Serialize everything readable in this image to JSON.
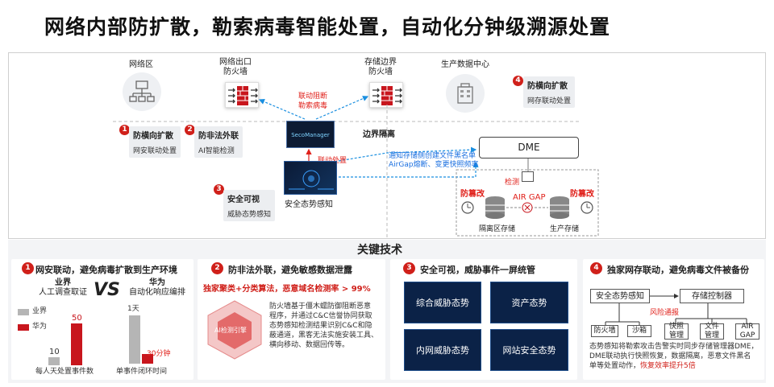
{
  "page": {
    "title": "网络内部防扩散，勒索病毒智能处置，自动化分钟级溯源处置"
  },
  "topology": {
    "network_zone": "网络区",
    "egress_fw": [
      "网络出口",
      "防火墙"
    ],
    "storage_fw": [
      "存储边界",
      "防火墙"
    ],
    "prod_dc": "生产数据中心",
    "link_block_label": [
      "联动阻断",
      "勒索病毒"
    ],
    "seco_label": "SecoManager",
    "link_dispose": "联动处置",
    "boundary_isolation": "边界隔离",
    "situation_label": "安全态势感知",
    "dme_label": "DME",
    "notify_label": [
      "通知存储侧创建文件黑名单",
      "AirGap熔断、变更快照频率"
    ],
    "detect_label": "检测",
    "tamper_left": "防篡改",
    "tamper_right": "防篡改",
    "airgap": "AIR GAP",
    "isolated_storage": "隔离区存储",
    "prod_storage": "生产存储",
    "tags": [
      {
        "num": "1",
        "title": "防横向扩散",
        "sub": "网安联动处置"
      },
      {
        "num": "2",
        "title": "防非法外联",
        "sub": "AI智能检测"
      },
      {
        "num": "3",
        "title": "安全可视",
        "sub": "威胁态势感知"
      },
      {
        "num": "4",
        "title": "防横向扩散",
        "sub": "网存联动处置"
      }
    ]
  },
  "key_tech": {
    "title": "关键技术",
    "cards": [
      {
        "num": "1",
        "head": "网安联动，避免病毒扩散到生产环境"
      },
      {
        "num": "2",
        "head": "防非法外联，避免敏感数据泄露"
      },
      {
        "num": "3",
        "head": "安全可视，威胁事件一屏统管"
      },
      {
        "num": "4",
        "head": "独家网存联动，避免病毒文件被备份"
      }
    ]
  },
  "card1": {
    "industry": [
      "业界",
      "人工调查取证"
    ],
    "vs": "VS",
    "huawei": [
      "华为",
      "自动化响应编排"
    ],
    "legend_industry": "业界",
    "legend_huawei": "华为",
    "caption_left": "每人天处置事件数",
    "caption_right": "单事件闭环时间",
    "day_label": "1天",
    "min_label": "30分钟",
    "colors": {
      "industry": "#b5b5b5",
      "huawei": "#c8161d"
    }
  },
  "chart_data": {
    "type": "bar",
    "categories": [
      "每人天处置事件数"
    ],
    "series": [
      {
        "name": "业界",
        "values": [
          10
        ]
      },
      {
        "name": "华为",
        "values": [
          50
        ]
      }
    ],
    "title": "",
    "xlabel": "每人天处置事件数",
    "ylabel": "",
    "ylim": [
      0,
      60
    ]
  },
  "card2": {
    "highlight": "独家聚类+分类算法，恶意域名检测率 > 99%",
    "engine": "AI检测引擎",
    "desc": [
      "防火墙基于僵木蠕防御阻断恶意",
      "程序，并通过C&C信誉协同获取",
      "态势感知检测结果识别C&C和隐",
      "蔽通道，黑客无法实施安装工具、",
      "横向移动、数据回传等。"
    ]
  },
  "card3": {
    "tiles": [
      "综合威胁态势",
      "资产态势",
      "内网威胁态势",
      "网站安全态势"
    ]
  },
  "card4": {
    "situation": "安全态势感知",
    "controller": "存储控制器",
    "risk": "风险通报",
    "fw": "防火墙",
    "sandbox": "沙箱",
    "snapshot": [
      "快照",
      "管理"
    ],
    "filemgmt": [
      "文件",
      "管理"
    ],
    "airgap": [
      "AIR",
      "GAP"
    ],
    "desc": [
      "态势感知将勒索攻击告警实时同步存储管理器DME，",
      "DME联动执行快照恢复，数据隔离，恶意文件黑名"
    ],
    "desc_last_plain": "单等处置动作，",
    "desc_last_red": "恢复效率提升5倍"
  }
}
